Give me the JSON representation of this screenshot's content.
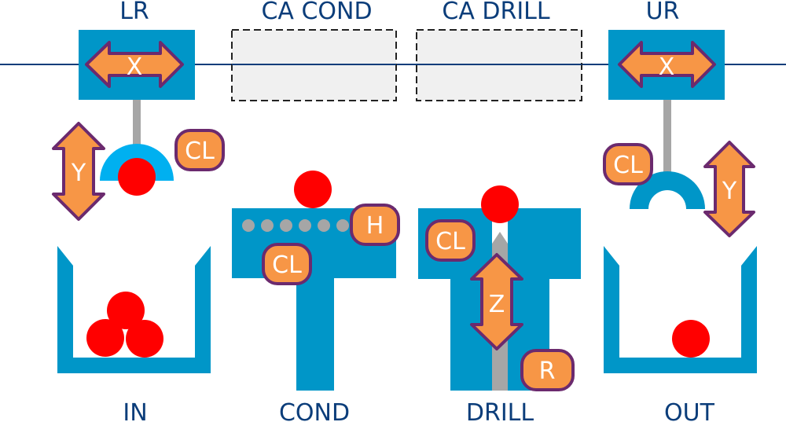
{
  "colors": {
    "machine_blue": "#0096c8",
    "gripper_light_blue": "#00b0f0",
    "rail_line": "#0b3d7a",
    "part_red": "#ff0000",
    "actuator_orange": "#f79646",
    "actuator_outline": "#6b2a6e",
    "rod_gray": "#a6a6a6",
    "zone_fill": "#f0f0f0",
    "zone_border": "#222222",
    "label_navy": "#0b3d7a"
  },
  "top_labels": {
    "lr": "LR",
    "ca_cond": "CA COND",
    "ca_drill": "CA DRILL",
    "ur": "UR"
  },
  "bottom_labels": {
    "in": "IN",
    "cond": "COND",
    "drill": "DRILL",
    "out": "OUT"
  },
  "actuators": {
    "lr_x": "X",
    "ur_x": "X",
    "lr_y": "Y",
    "ur_y": "Y",
    "drill_z": "Z"
  },
  "badges": {
    "lr_clamp": "CL",
    "cond_heater": "H",
    "cond_clamp": "CL",
    "drill_clamp": "CL",
    "drill_rotate": "R",
    "ur_clamp": "CL"
  },
  "parts": {
    "in_count": 3,
    "lr_gripper_count": 1,
    "cond_count": 1,
    "drill_count": 1,
    "out_count": 1
  }
}
